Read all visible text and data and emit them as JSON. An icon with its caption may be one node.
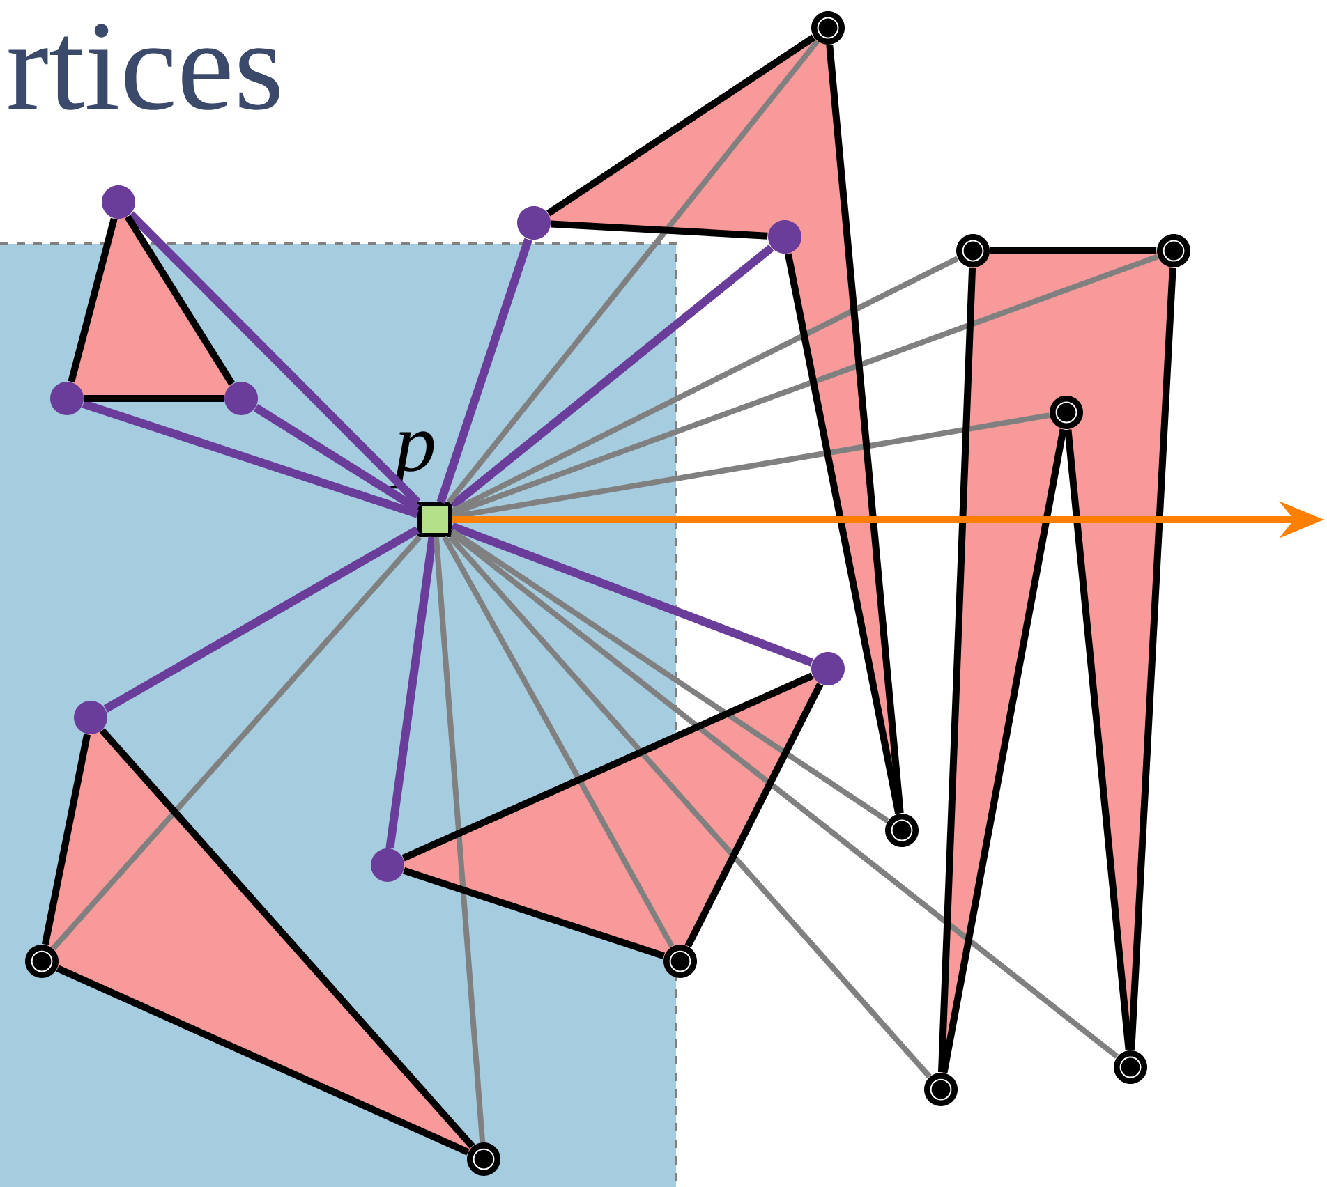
{
  "diagram": {
    "title": "rtices",
    "nodes": [
      {
        "text": [],
        "shape": "box",
        "beside": [
          "p"
        ]
      },
      {
        "text": [],
        "shape": "circle"
      },
      {
        "text": [],
        "shape": "circle"
      },
      {
        "text": [],
        "shape": "circle"
      },
      {
        "text": [],
        "shape": "circle"
      },
      {
        "text": [],
        "shape": "circle"
      },
      {
        "text": [],
        "shape": "circle"
      },
      {
        "text": [],
        "shape": "circle"
      },
      {
        "text": [],
        "shape": "circle"
      },
      {
        "text": [],
        "shape": "circle"
      },
      {
        "text": [],
        "shape": "circle"
      },
      {
        "text": [],
        "shape": "circle"
      },
      {
        "text": [],
        "shape": "circle"
      },
      {
        "text": [],
        "shape": "circle"
      },
      {
        "text": [],
        "shape": "circle"
      },
      {
        "text": [],
        "shape": "circle"
      },
      {
        "text": [],
        "shape": "circle"
      },
      {
        "text": [],
        "shape": "circle"
      },
      {
        "text": [],
        "shape": "circle"
      }
    ],
    "edges": [
      {
        "from": 0,
        "to": 1,
        "arrow": "none",
        "color": "#6a3d9a"
      },
      {
        "from": 0,
        "to": 2,
        "arrow": "none",
        "color": "#6a3d9a"
      },
      {
        "from": 0,
        "to": 3,
        "arrow": "none",
        "color": "#6a3d9a"
      },
      {
        "from": 0,
        "to": 5,
        "arrow": "none",
        "color": "#6a3d9a"
      },
      {
        "from": 0,
        "to": 6,
        "arrow": "none",
        "color": "#6a3d9a"
      },
      {
        "from": 0,
        "to": 11,
        "arrow": "none",
        "color": "#6a3d9a"
      },
      {
        "from": 0,
        "to": 12,
        "arrow": "none",
        "color": "#6a3d9a"
      },
      {
        "from": 0,
        "to": 13,
        "arrow": "none",
        "color": "#6a3d9a"
      },
      {
        "from": 0,
        "to": 4,
        "arrow": "none",
        "color": "#808080"
      },
      {
        "from": 0,
        "to": 8,
        "arrow": "none",
        "color": "#808080"
      },
      {
        "from": 0,
        "to": 9,
        "arrow": "none",
        "color": "#808080"
      },
      {
        "from": 0,
        "to": 10,
        "arrow": "none",
        "color": "#808080"
      },
      {
        "from": 0,
        "to": 7,
        "arrow": "none",
        "color": "#808080"
      },
      {
        "from": 0,
        "to": 16,
        "arrow": "none",
        "color": "#808080"
      },
      {
        "from": 0,
        "to": 17,
        "arrow": "none",
        "color": "#808080"
      },
      {
        "from": 0,
        "to": 15,
        "arrow": "none",
        "color": "#808080"
      },
      {
        "from": 0,
        "to": 18,
        "arrow": "none",
        "color": "#808080"
      },
      {
        "from": 0,
        "to": 14,
        "arrow": "none",
        "color": "#808080"
      },
      {
        "from": 1,
        "to": 2,
        "arrow": "none"
      },
      {
        "from": 2,
        "to": 3,
        "arrow": "none"
      },
      {
        "from": 3,
        "to": 1,
        "arrow": "none"
      },
      {
        "from": 4,
        "to": 5,
        "arrow": "none"
      },
      {
        "from": 5,
        "to": 6,
        "arrow": "none"
      },
      {
        "from": 6,
        "to": 7,
        "arrow": "none"
      },
      {
        "from": 7,
        "to": 4,
        "arrow": "none"
      },
      {
        "from": 8,
        "to": 9,
        "arrow": "none"
      },
      {
        "from": 9,
        "to": 16,
        "arrow": "none"
      },
      {
        "from": 16,
        "to": 10,
        "arrow": "none"
      },
      {
        "from": 10,
        "to": 17,
        "arrow": "none"
      },
      {
        "from": 17,
        "to": 8,
        "arrow": "none"
      },
      {
        "from": 11,
        "to": 13,
        "arrow": "none"
      },
      {
        "from": 13,
        "to": 15,
        "arrow": "none"
      },
      {
        "from": 15,
        "to": 11,
        "arrow": "none"
      },
      {
        "from": 12,
        "to": 14,
        "arrow": "none"
      },
      {
        "from": 14,
        "to": 18,
        "arrow": "none"
      },
      {
        "from": 18,
        "to": 12,
        "arrow": "none"
      },
      {
        "from": 0,
        "to": null,
        "arrow": "to",
        "color": "#ff7f00"
      }
    ]
  }
}
